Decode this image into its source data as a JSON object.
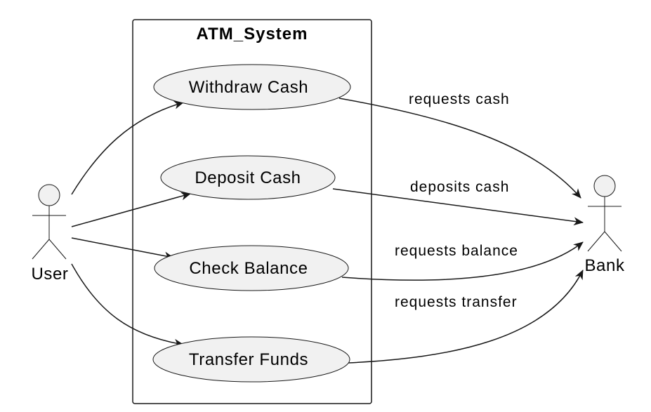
{
  "system": {
    "title": "ATM_System"
  },
  "actors": {
    "user": "User",
    "bank": "Bank"
  },
  "use_cases": {
    "withdraw": "Withdraw Cash",
    "deposit": "Deposit Cash",
    "balance": "Check Balance",
    "transfer": "Transfer Funds"
  },
  "relations": {
    "withdraw": "requests cash",
    "deposit": "deposits cash",
    "balance": "requests balance",
    "transfer": "requests transfer"
  }
}
